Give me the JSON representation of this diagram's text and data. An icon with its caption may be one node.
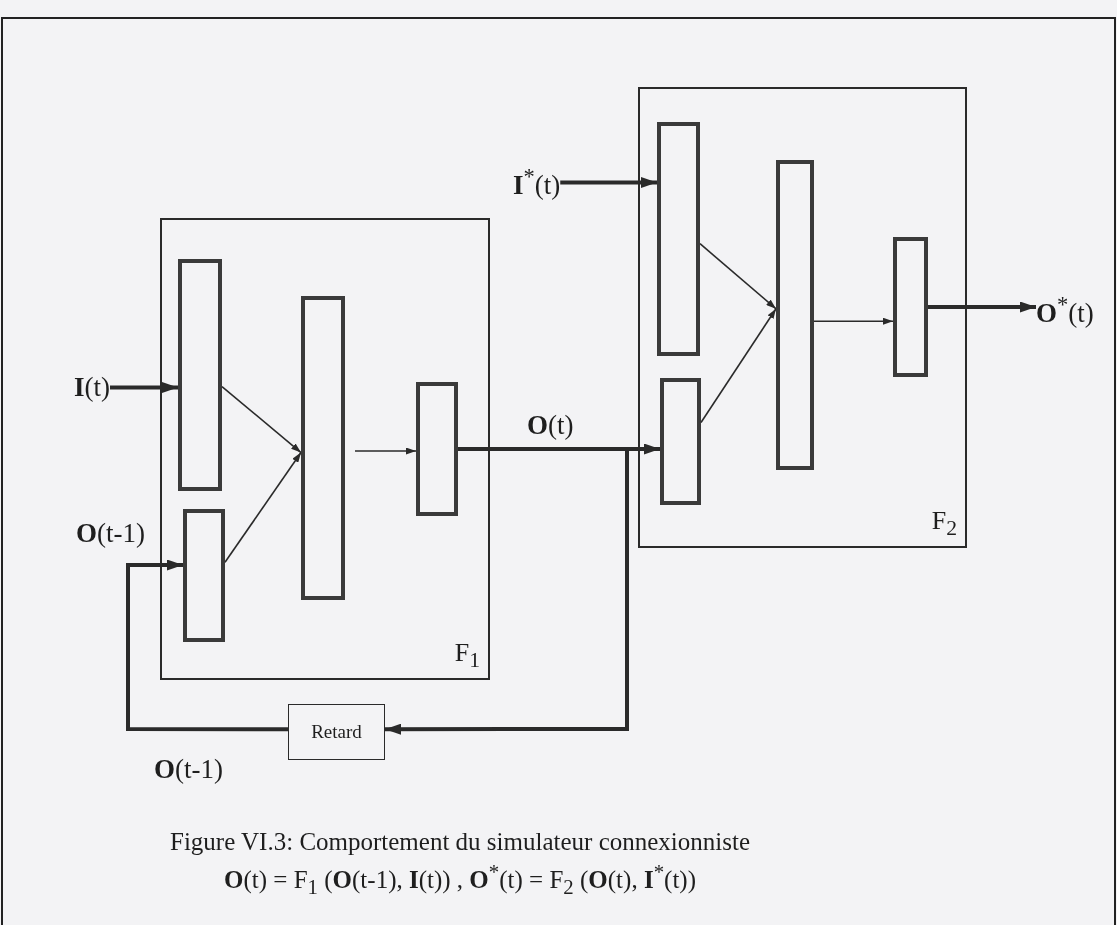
{
  "diagram": {
    "caption": "Figure VI.3: Comportement du simulateur connexionniste **O**(t) = F$_{1}$ (**O**(t-1), **I**(t)) , **O**$^{*}$(t) = F$_{2}$ (**O**(t), **I**$^{*}$(t))",
    "nodes": [
      {
        "text": [
          "F$_{1}$"
        ]
      },
      {
        "text": [],
        "shape": "box",
        "in": 0
      },
      {
        "text": [],
        "shape": "box",
        "in": 0
      },
      {
        "text": [],
        "shape": "box",
        "in": 0
      },
      {
        "text": [],
        "shape": "box",
        "in": 0
      },
      {
        "text": [
          "F$_{2}$"
        ]
      },
      {
        "text": [],
        "shape": "box",
        "in": 5
      },
      {
        "text": [],
        "shape": "box",
        "in": 5
      },
      {
        "text": [],
        "shape": "box",
        "in": 5
      },
      {
        "text": [],
        "shape": "box",
        "in": 5
      },
      {
        "text": [
          "Retard"
        ]
      },
      {
        "text": [
          "**I**(t)"
        ]
      },
      {
        "text": [
          "**I**$^{*}$(t)"
        ]
      },
      {
        "text": [
          "**O**$^{*}$(t)"
        ]
      }
    ],
    "edges": [
      {
        "from": 11,
        "to": 1,
        "arrow": "to",
        "style": "thick"
      },
      {
        "from": 1,
        "to": 3,
        "arrow": "to"
      },
      {
        "from": 2,
        "to": 3,
        "arrow": "to"
      },
      {
        "from": 3,
        "to": 4,
        "arrow": "to"
      },
      {
        "from": 4,
        "to": 7,
        "arrow": "to",
        "style": "thick",
        "label": "**O**(t)"
      },
      {
        "from": 4,
        "to": 10,
        "arrow": "to",
        "style": "thick"
      },
      {
        "from": 10,
        "to": 2,
        "arrow": "to",
        "style": "thick",
        "label": "**O**(t-1)"
      },
      {
        "from": 12,
        "to": 6,
        "arrow": "to",
        "style": "thick"
      },
      {
        "from": 6,
        "to": 8,
        "arrow": "to"
      },
      {
        "from": 7,
        "to": 8,
        "arrow": "to"
      },
      {
        "from": 8,
        "to": 9,
        "arrow": "to"
      },
      {
        "from": 9,
        "to": 13,
        "arrow": "to",
        "style": "thick"
      }
    ],
    "labels": [
      "**O**(t-1)"
    ]
  }
}
